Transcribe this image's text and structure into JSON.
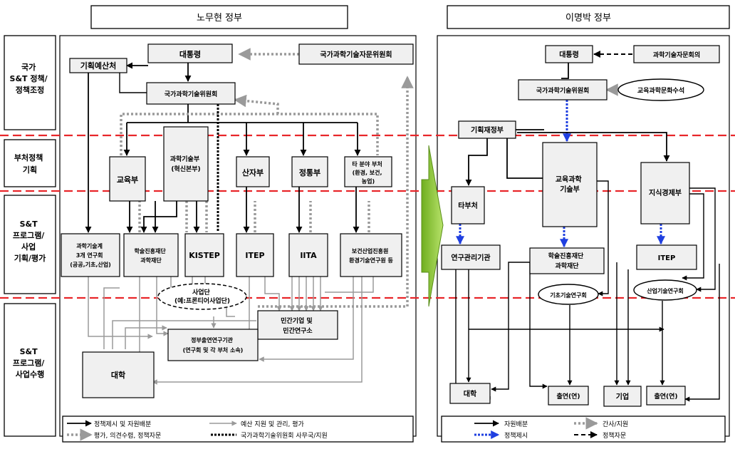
{
  "headers": {
    "left": "노무현 정부",
    "right": "이명박 정부"
  },
  "rows": {
    "r1": [
      "국가",
      "S&T 정책/",
      "정책조정"
    ],
    "r2": [
      "부처정책",
      "기획"
    ],
    "r3": [
      "S&T",
      "프로그램/",
      "사업",
      "기획/평가"
    ],
    "r4": [
      "S&T",
      "프로그램/",
      "사업수행"
    ]
  },
  "left": {
    "president": "대통령",
    "pacst": "국가과학기술자문위원회",
    "budget": "기획예산처",
    "nstc": "국가과학기술위원회",
    "moe": "교육부",
    "most": [
      "과학기술부",
      "(혁신본부)"
    ],
    "mocie": "산자부",
    "mic": "정통부",
    "other": [
      "타 분야 부처",
      "(환경, 보건,",
      "농업)"
    ],
    "research_council": [
      "과학기술계",
      "3개 연구회",
      "(공공,기초,산업)"
    ],
    "krf": [
      "학술진흥재단",
      "과학재단"
    ],
    "kistep": "KISTEP",
    "itep": "ITEP",
    "iita": "IITA",
    "health": [
      "보건산업진흥원",
      "환경기술연구원 등"
    ],
    "program": [
      "사업단",
      "(예:프론티어사업단)"
    ],
    "private": [
      "민간기업 및",
      "민간연구소"
    ],
    "gri": [
      "정부출연연구기관",
      "(연구회 및 각 부처 소속)"
    ],
    "univ": "대학"
  },
  "right": {
    "president": "대통령",
    "advisory": "과학기술자문회의",
    "nstc": "국가과학기술위원회",
    "edu_culture": "교육과학문화수석",
    "mosf": "기획재정부",
    "other": "타부처",
    "mest": [
      "교육과학",
      "기술부"
    ],
    "mke": "지식경제부",
    "mgmt": "연구관리기관",
    "nrf": [
      "학술진흥재단",
      "과학재단"
    ],
    "itep": "ITEP",
    "basic_council": "기초기술연구회",
    "industry_council": "산업기술연구회",
    "univ": "대학",
    "gri1": "출연(연)",
    "company": "기업",
    "gri2": "출연(연)"
  },
  "legend_left": {
    "solid": "정책제시 및 자원배분",
    "gray_solid": "예산 지원 및 관리, 평가",
    "gray_dotted": "평가, 의견수렴, 정책자문",
    "black_dotted": "국가과학기술위원회 사무국/지원"
  },
  "legend_right": {
    "solid": "자원배분",
    "gray_dotted": "간사/지원",
    "blue_dotted": "정책제시",
    "dashed": "정책자문"
  },
  "colors": {
    "divider": "#e8262a",
    "transition_arrow": "#8cc63f",
    "policy_blue": "#1f3fe0",
    "support_gray": "#9a9a9a"
  }
}
